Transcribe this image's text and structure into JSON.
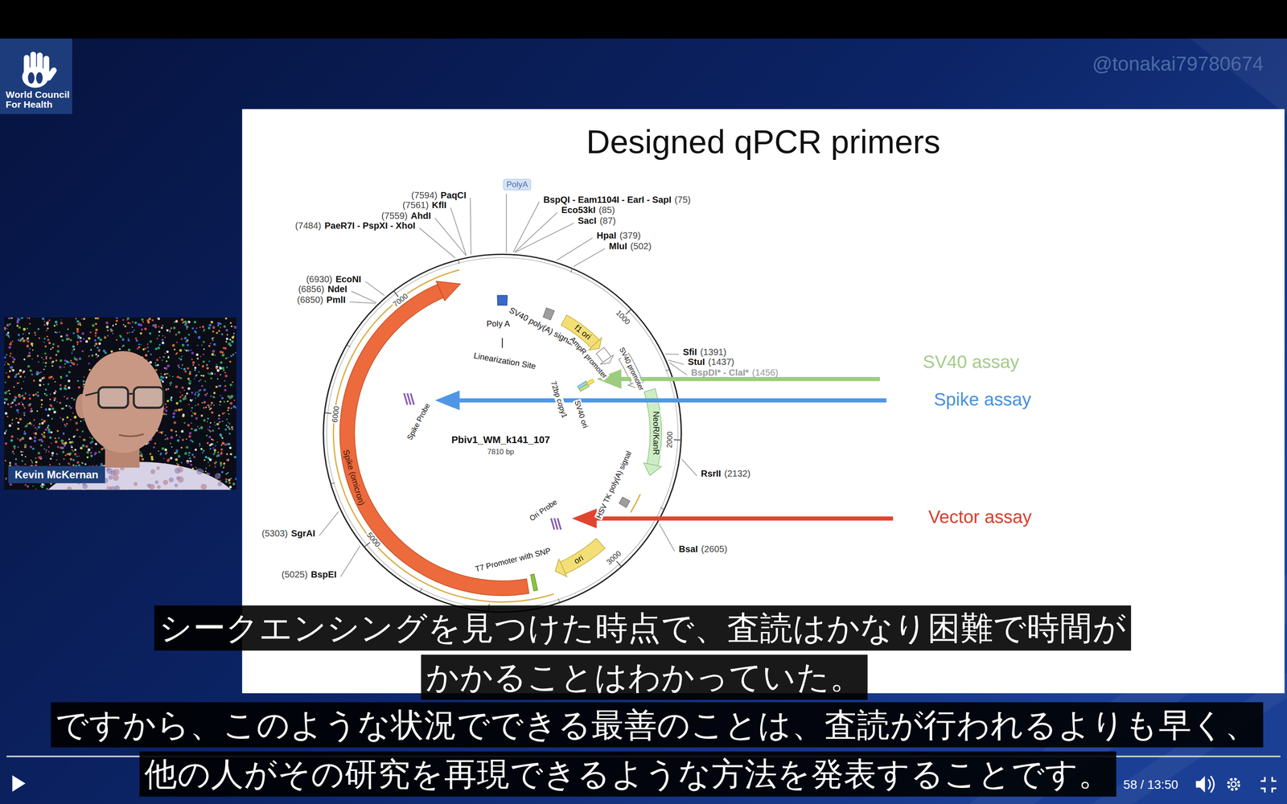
{
  "diagram": {
    "title": "Designed qPCR primers",
    "nodes": [
      {
        "text": [
          "World Council For Health"
        ]
      },
      {
        "text": [
          "PolyA"
        ]
      },
      {
        "text": [
          "Kevin McKernan"
        ]
      },
      {
        "text": [
          "シークエンシングを見つけた時点で、査読はかなり困難で時間が"
        ]
      },
      {
        "text": [
          "かかることはわかっていた。"
        ]
      },
      {
        "text": [
          "ですから、このような状況でできる最善のことは、査読が行われるよりも早く、"
        ]
      },
      {
        "text": [
          "他の人がその研究を再現できるような方法を発表することです。"
        ]
      }
    ],
    "labels": [
      "@tonakai79780674",
      "(7594)",
      "PaqCI",
      "(7561)",
      "KflI",
      "(7559)",
      "AhdI",
      "(7484)",
      "PaeR7I - PspXI - XhoI",
      "BspQI - Eam1104I - EarI - SapI",
      "(75)",
      "Eco53kI",
      "(85)",
      "SacI",
      "(87)",
      "HpaI",
      "(379)",
      "MluI",
      "(502)",
      "(6930)",
      "EcoNI",
      "(6856)",
      "NdeI",
      "(6850)",
      "PmlI",
      "SfiI",
      "(1391)",
      "StuI",
      "(1437)",
      "BspDI* - ClaI*",
      "(1456)",
      "RsrII",
      "(2132)",
      "BsaI",
      "(2605)",
      "(5303)",
      "SgrAI",
      "(5025)",
      "BspEI",
      "Poly A",
      "SV40 poly(A) signal",
      "f1 ori",
      "AmpR promoter",
      "SV40 promoter",
      "Linearization Site",
      "72bp copy1",
      "SV40 ori",
      "NeoR/KanR",
      "HSV TK poly(A) signal",
      "Spike Probe",
      "Ori Probe",
      "ori",
      "T7 Promoter with SNP",
      "Spike (omicron)",
      "Pbiv1_WM_k141_107",
      "7810 bp",
      "1000",
      "2000",
      "3000",
      "5000",
      "6000",
      "7000",
      "SV40 assay",
      "Spike assay",
      "Vector assay",
      "58 / 13:50"
    ]
  }
}
